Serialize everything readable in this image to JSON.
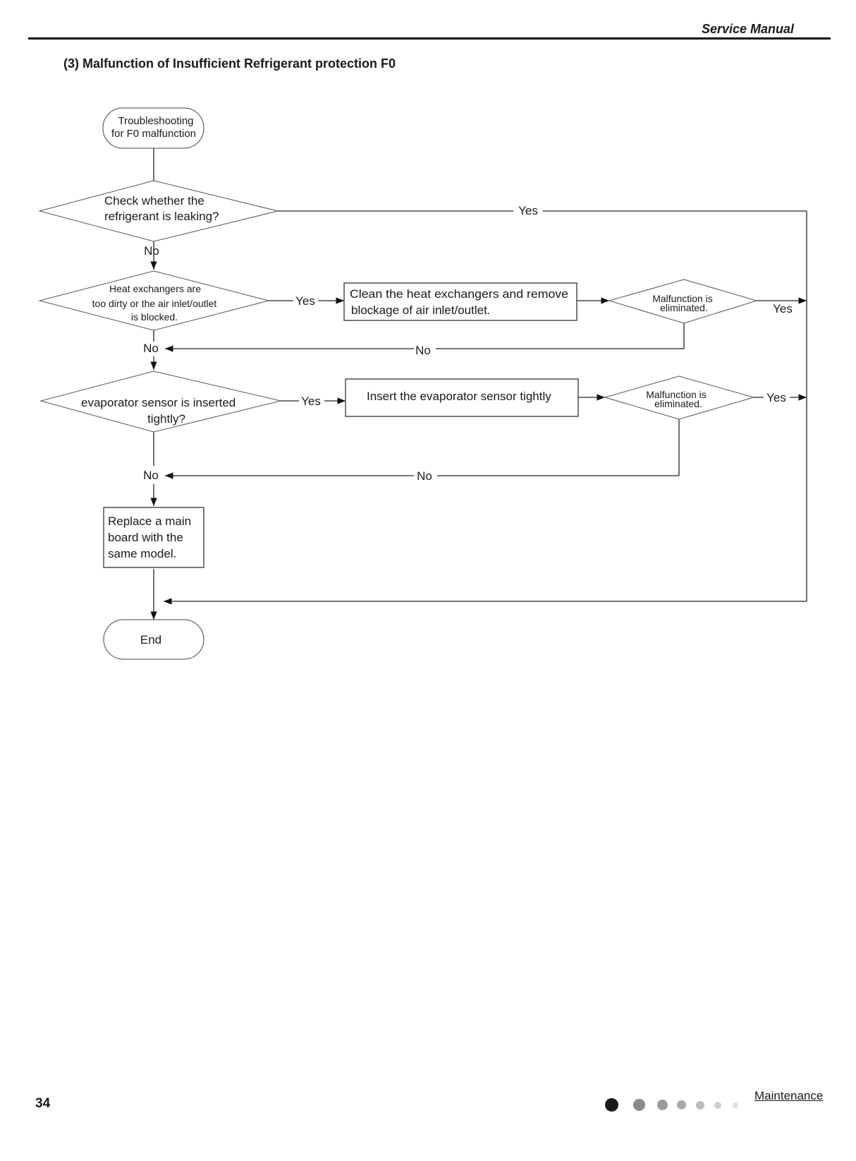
{
  "header": {
    "title": "Service Manual"
  },
  "section": {
    "title": "(3) Malfunction of Insufficient Refrigerant protection F0"
  },
  "flowchart": {
    "start": {
      "line1": "Troubleshooting",
      "line2": "for F0 malfunction"
    },
    "decision_leak": {
      "line1": "Check whether the",
      "line2": "refrigerant is leaking?"
    },
    "decision_dirty": {
      "line1": "Heat exchangers are",
      "line2": "too dirty or the air inlet/outlet",
      "line3": "is blocked."
    },
    "action_clean": {
      "line1": "Clean the heat exchangers and remove",
      "line2": "blockage of air inlet/outlet."
    },
    "check_1": {
      "line1": "Malfunction is",
      "line2": "eliminated."
    },
    "decision_sensor": {
      "line1": "evaporator sensor is inserted",
      "line2": "tightly?"
    },
    "action_insert": {
      "label": "Insert the evaporator sensor tightly"
    },
    "check_2": {
      "line1": "Malfunction is",
      "line2": "eliminated."
    },
    "action_replace": {
      "line1": "Replace a main",
      "line2": "board with the",
      "line3": "same model."
    },
    "end": {
      "label": "End"
    },
    "labels": {
      "yes": "Yes",
      "no": "No"
    }
  },
  "footer": {
    "page_number": "34",
    "section_label": "Maintenance",
    "dot_colors": [
      "#1a1a1a",
      "#8a8a8a",
      "#9a9a9a",
      "#aaaaaa",
      "#bdbdbd",
      "#cfcfcf",
      "#e0e0e0"
    ]
  }
}
